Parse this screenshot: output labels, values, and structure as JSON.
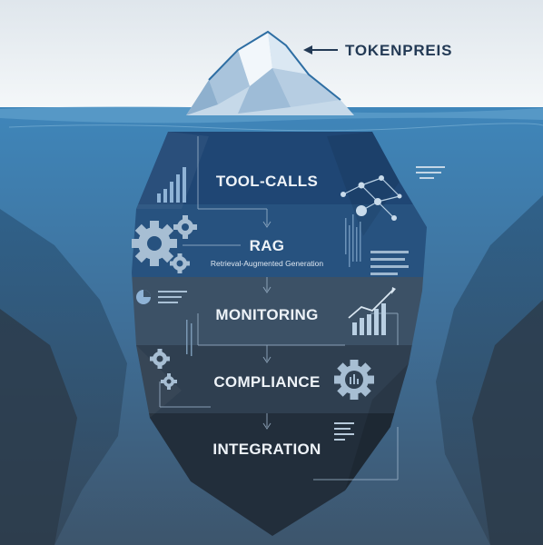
{
  "callout": {
    "label": "TOKENPREIS"
  },
  "layers": [
    {
      "label": "TOOL-CALLS"
    },
    {
      "label": "RAG",
      "sublabel": "Retrieval-Augmented Generation"
    },
    {
      "label": "MONITORING"
    },
    {
      "label": "COMPLIANCE"
    },
    {
      "label": "INTEGRATION"
    }
  ],
  "icons": {
    "layer1": [
      "bar-chart-icon",
      "network-nodes-icon"
    ],
    "layer2": [
      "gears-icon",
      "data-list-icon",
      "binary-stream-icon"
    ],
    "layer3": [
      "pie-chart-icon",
      "trend-chart-icon"
    ],
    "layer4": [
      "small-gears-icon",
      "gear-icon"
    ],
    "layer5": [
      "text-lines-icon"
    ]
  },
  "colors": {
    "sky": "#e9eef2",
    "water_top": "#3b7fb1",
    "water_bottom": "#425d78",
    "tip": "#c9dbea",
    "layer1": "#1f4674",
    "layer2": "#27527f",
    "layer3": "#3c5166",
    "layer4": "#2f3f50",
    "layer5": "#222e3b"
  }
}
